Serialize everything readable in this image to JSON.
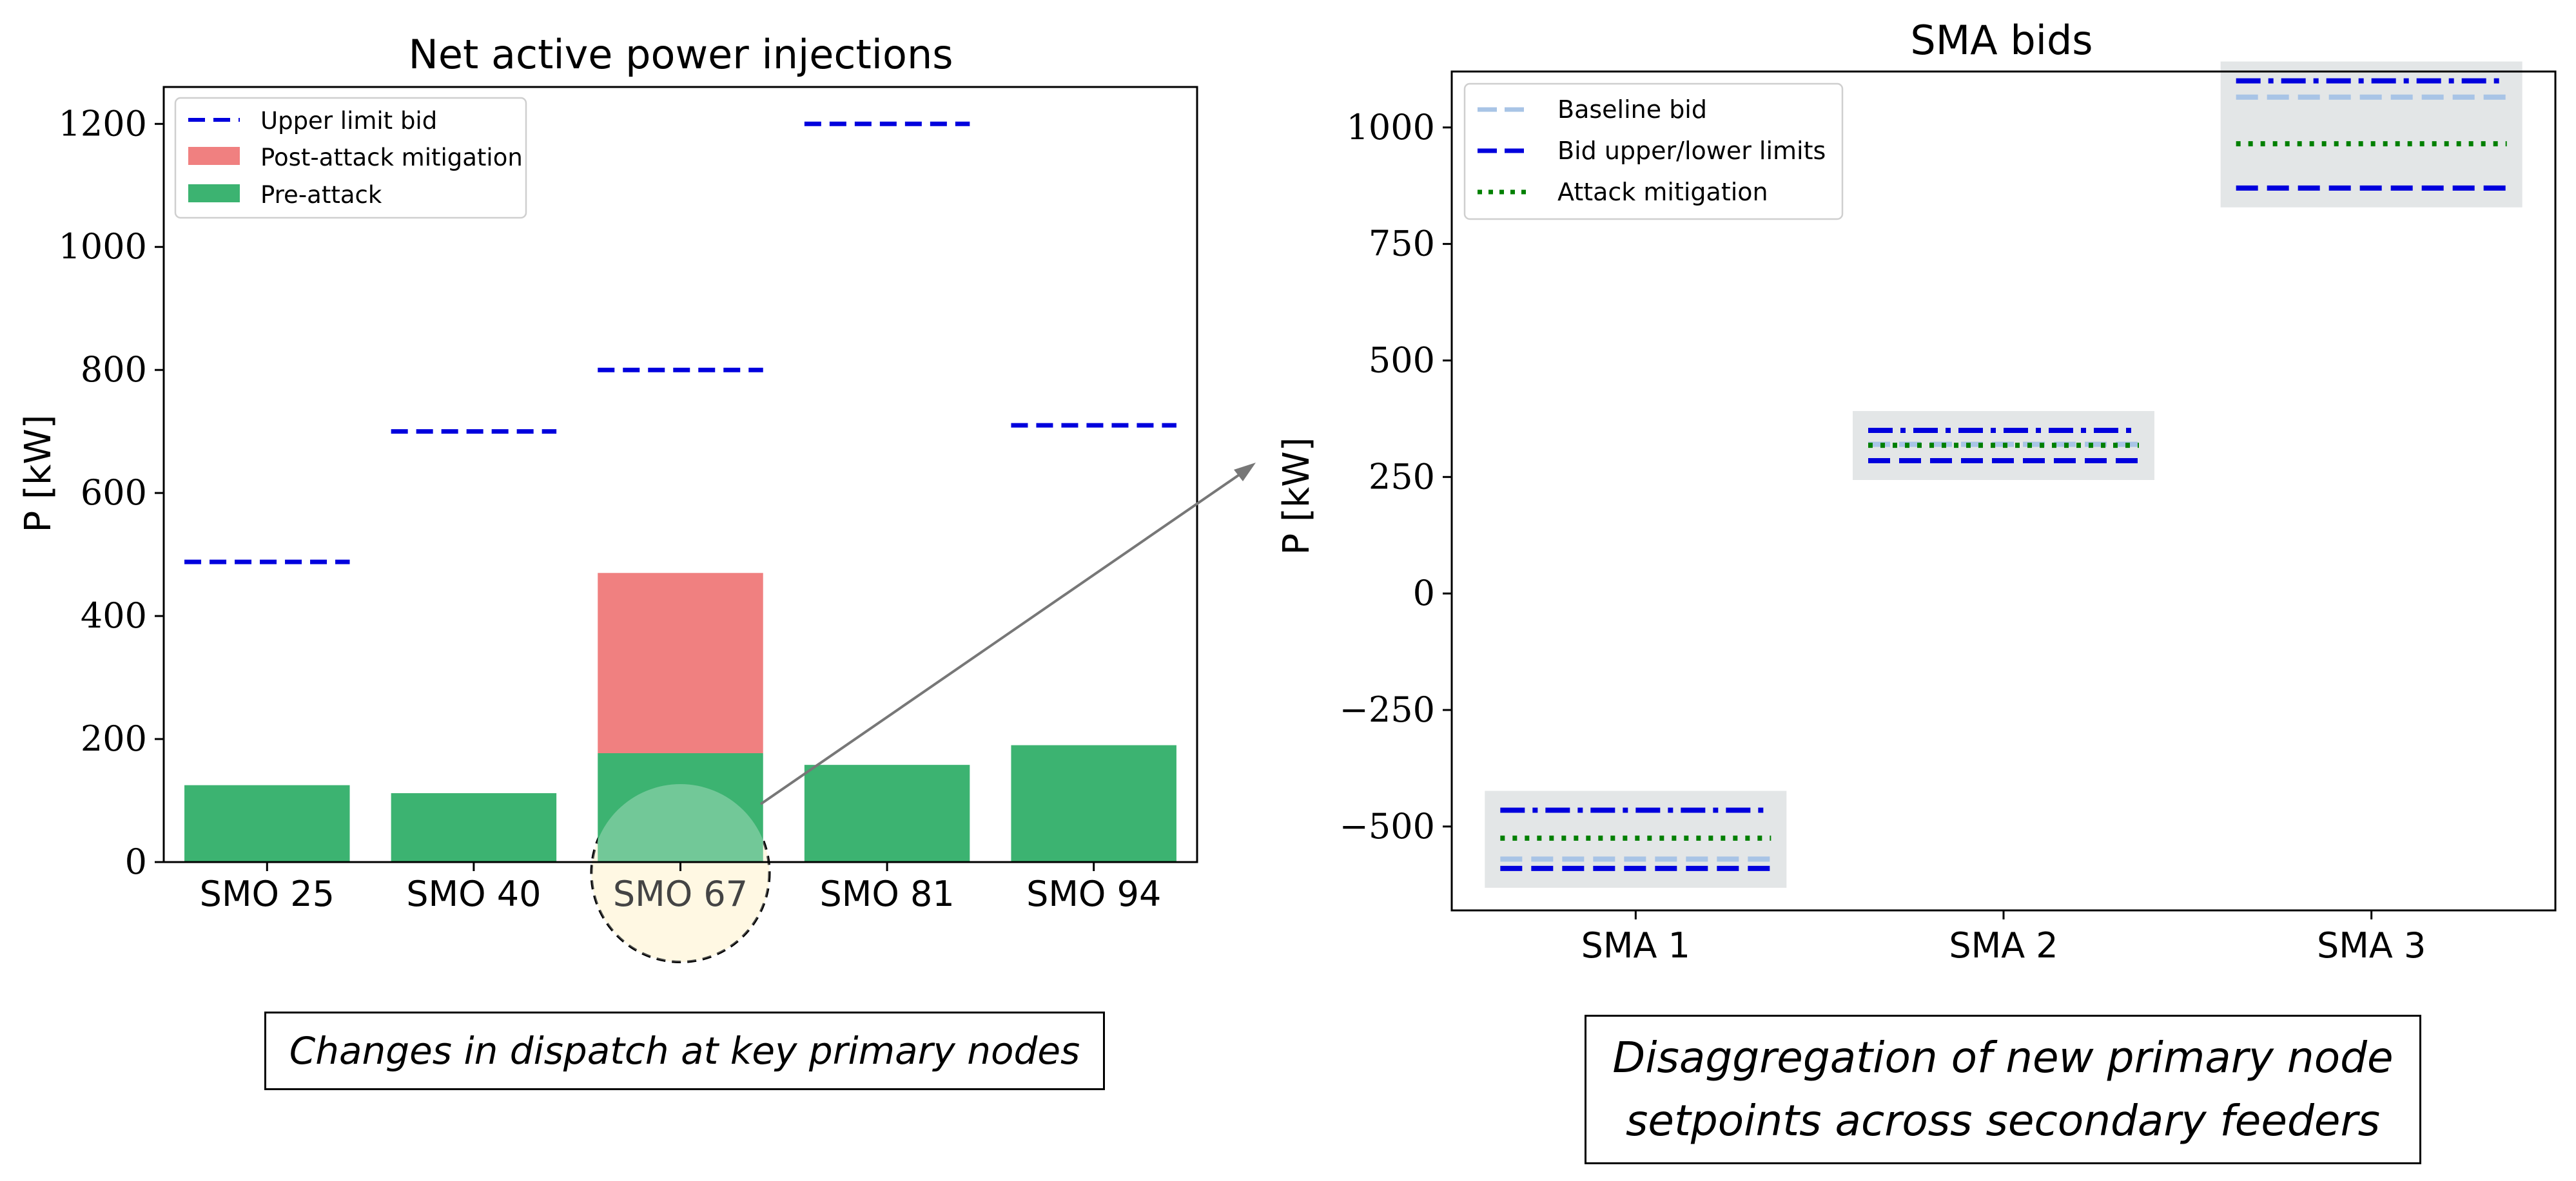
{
  "chart_data": [
    {
      "type": "bar",
      "title": "Net active power injections",
      "ylabel": "P [kW]",
      "ylim": [
        0,
        1260
      ],
      "yticks": [
        0,
        200,
        400,
        600,
        800,
        1000,
        1200
      ],
      "categories": [
        "SMO 25",
        "SMO 40",
        "SMO 67",
        "SMO 81",
        "SMO 94"
      ],
      "stacked": true,
      "series": [
        {
          "name": "Pre-attack",
          "color": "#3cb371",
          "values": [
            125,
            112,
            177,
            158,
            190
          ]
        },
        {
          "name": "Post-attack mitigation",
          "color": "#f08080",
          "values": [
            0,
            0,
            293,
            0,
            0
          ]
        },
        {
          "name": "Upper limit bid",
          "color": "#0000dd",
          "style": "dashed",
          "values": [
            488,
            700,
            800,
            1200,
            710
          ]
        }
      ],
      "legend": [
        "Upper limit bid",
        "Post-attack mitigation",
        "Pre-attack"
      ],
      "legend_position": "upper-left",
      "highlight_category": "SMO 67"
    },
    {
      "type": "line",
      "title": "SMA bids",
      "ylabel": "P [kW]",
      "ylim": [
        -680,
        1120
      ],
      "yticks": [
        -500,
        -250,
        0,
        250,
        500,
        750,
        1000
      ],
      "categories": [
        "SMA 1",
        "SMA 2",
        "SMA 3"
      ],
      "series": [
        {
          "name": "Baseline bid",
          "color": "#a8c4e6",
          "style": "dashed",
          "values": [
            -570,
            320,
            1065
          ]
        },
        {
          "name": "Bid upper/lower limits",
          "color": "#0000dd",
          "style": "dashed",
          "upper": [
            -465,
            350,
            1100
          ],
          "lower": [
            -590,
            285,
            870
          ]
        },
        {
          "name": "Attack mitigation",
          "color": "#008000",
          "style": "dotted",
          "values": [
            -525,
            318,
            965
          ]
        }
      ],
      "legend": [
        "Baseline bid",
        "Bid upper/lower limits",
        "Attack mitigation"
      ],
      "legend_position": "upper-left"
    }
  ],
  "captions": {
    "left": "Changes in dispatch at key primary nodes",
    "right": "Disaggregation of new primary node setpoints across secondary feeders"
  },
  "colors": {
    "background": "#ffffff",
    "shaded_band": "#e3e6e7",
    "highlight_fill": "#fff6d8",
    "arrow": "#777777"
  }
}
